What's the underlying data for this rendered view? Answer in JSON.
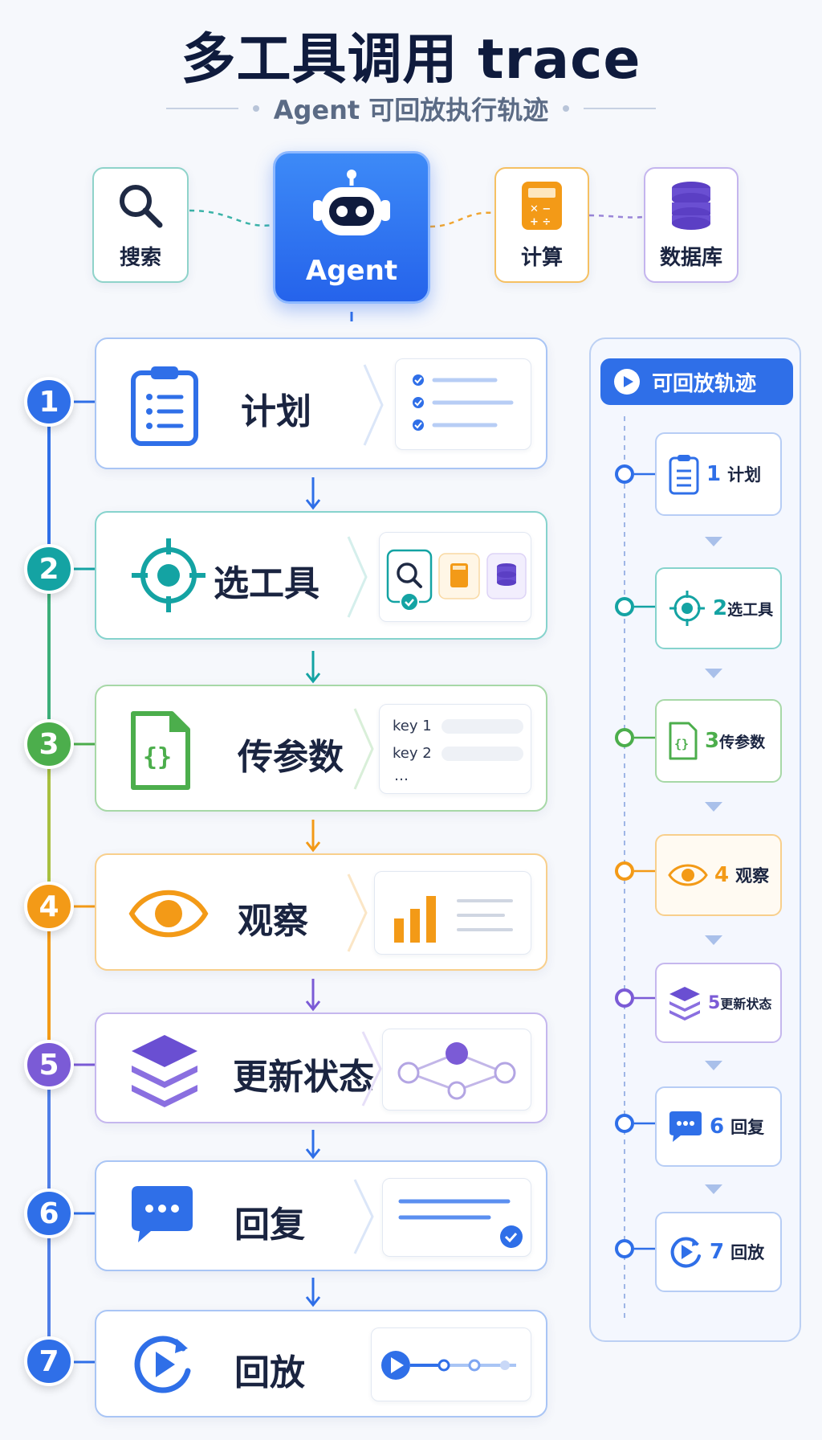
{
  "header": {
    "title": "多工具调用 trace",
    "subtitle": "Agent 可回放执行轨迹"
  },
  "tools": {
    "search": "搜索",
    "calc": "计算",
    "db": "数据库",
    "agent": "Agent"
  },
  "steps": [
    {
      "num": "1",
      "label": "计划",
      "color": "#2f6fe8"
    },
    {
      "num": "2",
      "label": "选工具",
      "color": "#14a3a3"
    },
    {
      "num": "3",
      "label": "传参数",
      "color": "#4cae4c"
    },
    {
      "num": "4",
      "label": "观察",
      "color": "#f39a17"
    },
    {
      "num": "5",
      "label": "更新状态",
      "color": "#7b5bd6"
    },
    {
      "num": "6",
      "label": "回复",
      "color": "#2f6fe8"
    },
    {
      "num": "7",
      "label": "回放",
      "color": "#2f6fe8"
    }
  ],
  "params": {
    "key1": "key 1",
    "key2": "key 2",
    "ellipsis": "…"
  },
  "replay": {
    "title": "可回放轨迹",
    "items": [
      {
        "num": "1",
        "label": "计划"
      },
      {
        "num": "2",
        "label": "选工具"
      },
      {
        "num": "3",
        "label": "传参数"
      },
      {
        "num": "4",
        "label": "观察"
      },
      {
        "num": "5",
        "label": "更新状态"
      },
      {
        "num": "6",
        "label": "回复"
      },
      {
        "num": "7",
        "label": "回放"
      }
    ]
  },
  "colors": {
    "blue": "#2f6fe8",
    "teal": "#14a3a3",
    "green": "#4cae4c",
    "orange": "#f39a17",
    "purple": "#7b5bd6"
  }
}
